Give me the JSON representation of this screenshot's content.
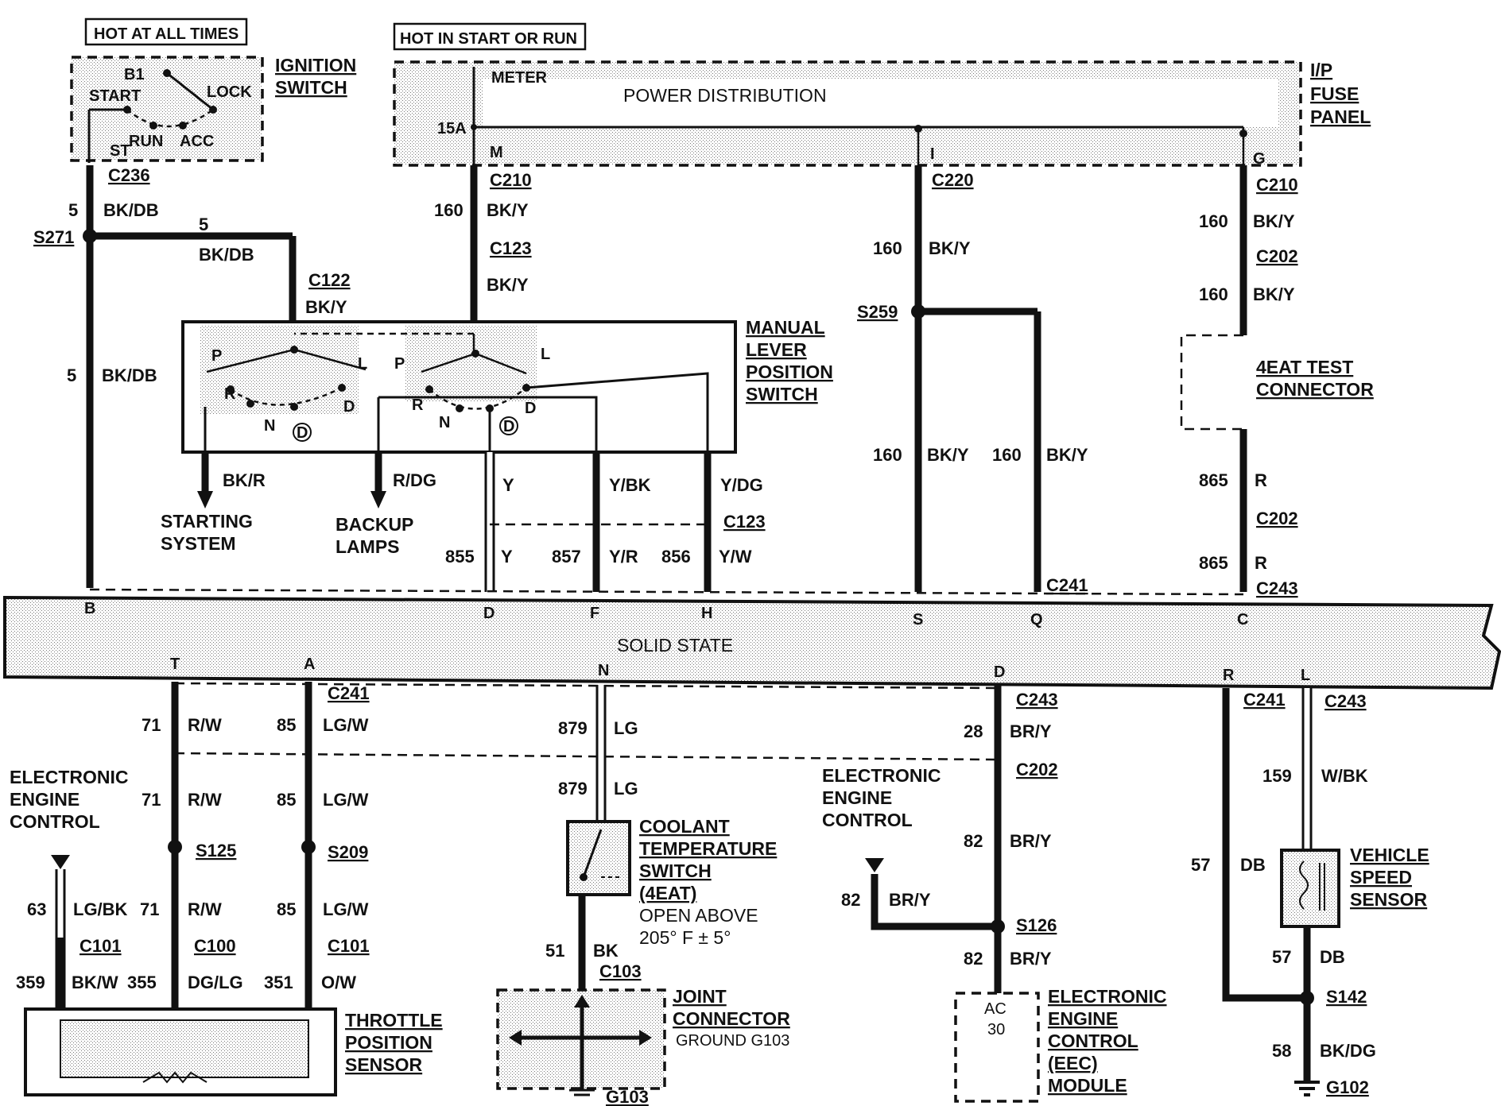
{
  "header_labels": {
    "hot_at_all_times": "HOT AT ALL TIMES",
    "hot_in_start_or_run": "HOT IN START OR RUN"
  },
  "ignition_switch": {
    "title_1": "IGNITION",
    "title_2": "SWITCH",
    "b1": "B1",
    "start": "START",
    "lock": "LOCK",
    "st": "ST",
    "run": "RUN",
    "acc": "ACC"
  },
  "fuse_panel": {
    "title_1": "I/P",
    "title_2": "FUSE",
    "title_3": "PANEL",
    "meter": "METER",
    "center": "POWER DISTRIBUTION",
    "fuse": "15A",
    "pin_m": "M",
    "pin_i": "I",
    "pin_g": "G"
  },
  "manual_lever_switch": {
    "title_1": "MANUAL",
    "title_2": "LEVER",
    "title_3": "POSITION",
    "title_4": "SWITCH",
    "p": "P",
    "r": "R",
    "n": "N",
    "d": "D",
    "l": "L",
    "od": "D"
  },
  "wires_top": {
    "c236": "C236",
    "w5a": "5",
    "bkdb_a": "BK/DB",
    "s271": "S271",
    "w5b": "5",
    "bkdb_b": "BK/DB",
    "c122": "C122",
    "bky_c122": "BK/Y",
    "w5c": "5",
    "bkdb_c": "BK/DB",
    "c210a": "C210",
    "w160a": "160",
    "bky_a": "BK/Y",
    "c123a": "C123",
    "bky_b": "BK/Y",
    "c220": "C220",
    "w160b": "160",
    "bky_c": "BK/Y",
    "s259": "S259",
    "w160c": "160",
    "bky_d": "BK/Y",
    "w160d": "160",
    "bky_e": "BK/Y",
    "c241a": "C241",
    "c210b": "C210",
    "w160e": "160",
    "bky_f": "BK/Y",
    "c202a": "C202",
    "w160f": "160",
    "bky_g": "BK/Y",
    "test_conn_1": "4EAT TEST",
    "test_conn_2": "CONNECTOR",
    "w865a": "865",
    "r_a": "R",
    "c202b": "C202",
    "w865b": "865",
    "r_b": "R",
    "c243a": "C243",
    "bkr": "BK/R",
    "starting_1": "STARTING",
    "starting_2": "SYSTEM",
    "rdg": "R/DG",
    "backup_1": "BACKUP",
    "backup_2": "LAMPS",
    "y": "Y",
    "ybk": "Y/BK",
    "ydg": "Y/DG",
    "c123b": "C123",
    "w855": "855",
    "y2": "Y",
    "w857": "857",
    "yr": "Y/R",
    "w856": "856",
    "yw": "Y/W"
  },
  "solid_state": {
    "label": "SOLID STATE",
    "pin_b": "B",
    "pin_d": "D",
    "pin_f": "F",
    "pin_h": "H",
    "pin_s": "S",
    "pin_q": "Q",
    "pin_c": "C",
    "pin_t": "T",
    "pin_a": "A",
    "pin_n": "N",
    "pin_d2": "D",
    "pin_r": "R",
    "pin_l": "L"
  },
  "wires_bottom": {
    "c241b": "C241",
    "w71a": "71",
    "rw_a": "R/W",
    "w85a": "85",
    "lgw_a": "LG/W",
    "eec_1": "ELECTRONIC",
    "eec_2": "ENGINE",
    "eec_3": "CONTROL",
    "w71b": "71",
    "rw_b": "R/W",
    "w85b": "85",
    "lgw_b": "LG/W",
    "s125": "S125",
    "s209": "S209",
    "w63": "63",
    "lgbk": "LG/BK",
    "w71c": "71",
    "rw_c": "R/W",
    "w85c": "85",
    "lgw_c": "LG/W",
    "c101a": "C101",
    "c100": "C100",
    "c101b": "C101",
    "w359": "359",
    "bkw": "BK/W",
    "w355": "355",
    "dglg": "DG/LG",
    "w351": "351",
    "ow": "O/W",
    "tps_1": "THROTTLE",
    "tps_2": "POSITION",
    "tps_3": "SENSOR",
    "w879a": "879",
    "lg_a": "LG",
    "w879b": "879",
    "lg_b": "LG",
    "cts_1": "COOLANT",
    "cts_2": "TEMPERATURE",
    "cts_3": "SWITCH",
    "cts_4": "(4EAT)",
    "cts_5": "OPEN ABOVE",
    "cts_6": "205° F ± 5°",
    "w51": "51",
    "bk": "BK",
    "c103": "C103",
    "jc_1": "JOINT",
    "jc_2": "CONNECTOR",
    "jc_3": "GROUND G103",
    "g103": "G103",
    "c243b": "C243",
    "w28": "28",
    "bry_a": "BR/Y",
    "c202c": "C202",
    "eec2_1": "ELECTRONIC",
    "eec2_2": "ENGINE",
    "eec2_3": "CONTROL",
    "w82a": "82",
    "bry_b": "BR/Y",
    "w82b": "82",
    "bry_c": "BR/Y",
    "s126": "S126",
    "w82c": "82",
    "bry_d": "BR/Y",
    "ac": "AC",
    "ac30": "30",
    "eecm_1": "ELECTRONIC",
    "eecm_2": "ENGINE",
    "eecm_3": "CONTROL",
    "eecm_4": "(EEC)",
    "eecm_5": "MODULE",
    "c241c": "C241",
    "c243c": "C243",
    "w159": "159",
    "wbk": "W/BK",
    "w57a": "57",
    "db_a": "DB",
    "vss_1": "VEHICLE",
    "vss_2": "SPEED",
    "vss_3": "SENSOR",
    "w57b": "57",
    "db_b": "DB",
    "s142": "S142",
    "w58": "58",
    "bkdg": "BK/DG",
    "g102": "G102"
  }
}
